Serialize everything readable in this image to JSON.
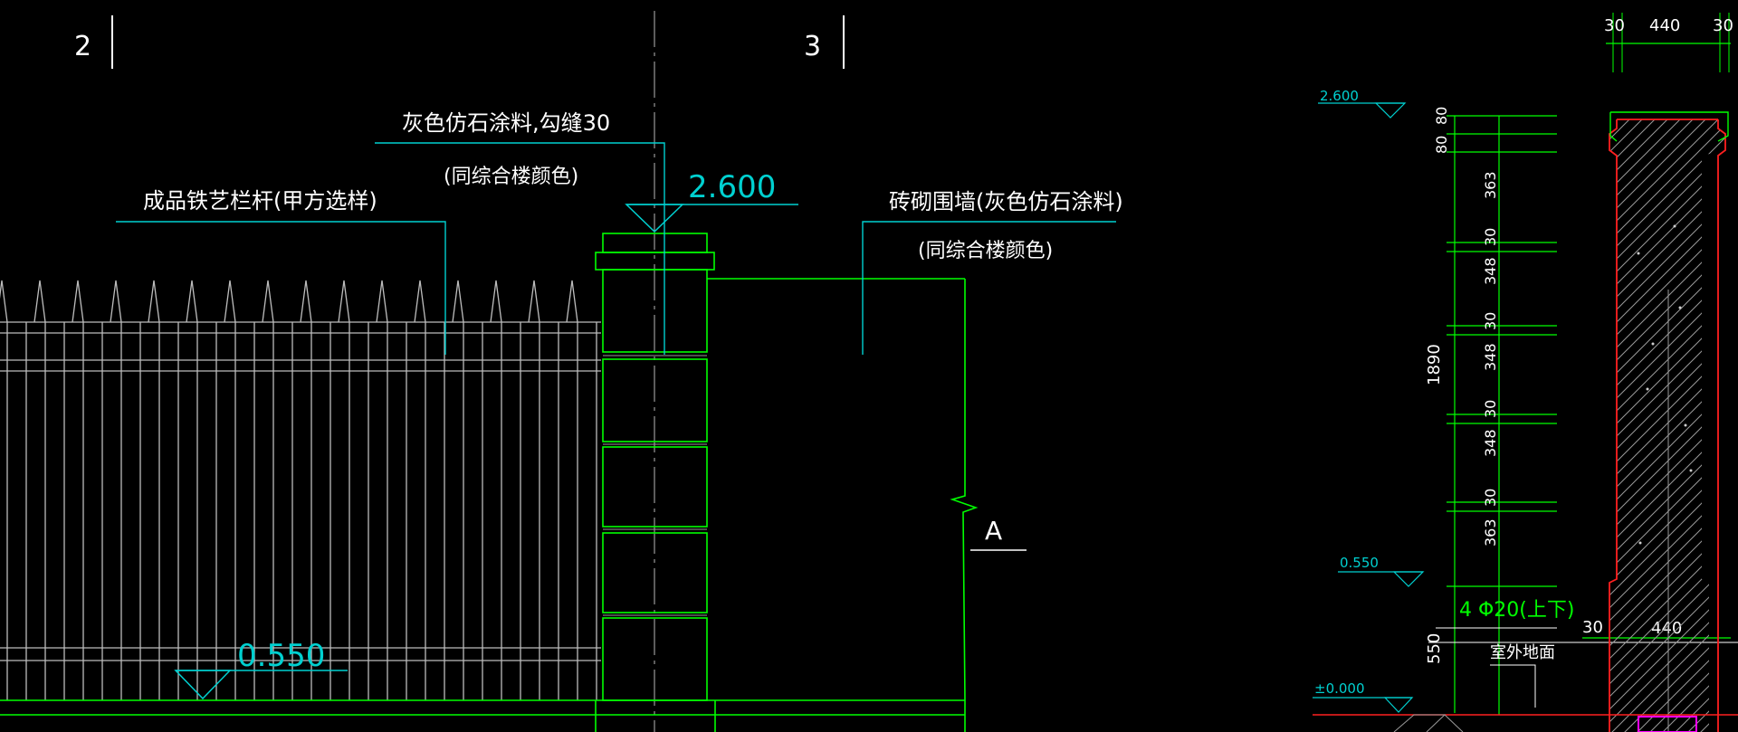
{
  "axes": {
    "left": "2",
    "right": "3"
  },
  "elevation": {
    "top": "2.600",
    "bottom": "0.550",
    "a_marker": "A"
  },
  "notes": {
    "coating_line1": "灰色仿石涂料,勾缝30",
    "coating_line2": "(同综合楼颜色)",
    "railing": "成品铁艺栏杆(甲方选样)",
    "wall_line1": "砖砌围墙(灰色仿石涂料)",
    "wall_line2": "(同综合楼颜色)"
  },
  "section": {
    "level_top": "2.600",
    "level_mid": "0.550",
    "level_zero": "±0.000",
    "rebar": "4 Φ20(上下)",
    "ground": "室外地面",
    "total_height": "1890",
    "base_height": "550",
    "stack_dims": [
      "80",
      "80",
      "363",
      "30",
      "348",
      "30",
      "348",
      "30",
      "348",
      "30",
      "363"
    ],
    "top_dims": [
      "30",
      "440",
      "30"
    ],
    "mid_dims": [
      "30",
      "440"
    ]
  },
  "colors": {
    "green": "#00ff00",
    "cyan": "#00d0d0",
    "white": "#ffffff",
    "red": "#ff2020",
    "gray": "#9a9a9a",
    "magenta": "#ff00ff"
  }
}
